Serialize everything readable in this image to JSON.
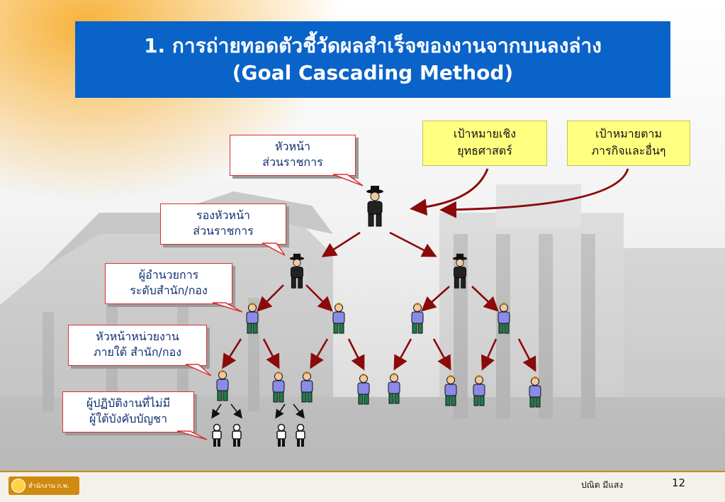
{
  "title": {
    "line1": "1. การถ่ายทอดตัวชี้วัดผลสำเร็จของงานจากบนลงล่าง",
    "line2": "(Goal Cascading Method)"
  },
  "goals": {
    "strategic": [
      "เป้าหมายเชิง",
      "ยุทธศาสตร์"
    ],
    "mission": [
      "เป้าหมายตาม",
      "ภารกิจและอื่นๆ"
    ]
  },
  "levels": [
    {
      "line1": "หัวหน้า",
      "line2": "ส่วนราชการ"
    },
    {
      "line1": "รองหัวหน้า",
      "line2": "ส่วนราชการ"
    },
    {
      "line1": "ผู้อำนวยการ",
      "line2": "ระดับสำนัก/กอง"
    },
    {
      "line1": "หัวหน้าหน่วยงาน",
      "line2": "ภายใต้ สำนัก/กอง"
    },
    {
      "line1": "ผู้ปฏิบัติงานที่ไม่มี",
      "line2": "ผู้ใต้บังคับบัญชา"
    }
  ],
  "footer": {
    "logo_text": "สำนักงาน ก.พ.",
    "author": "ปณิต  มีแสง",
    "page": "12"
  },
  "colors": {
    "title_bg": "#0a63c8",
    "goal_bg": "#ffff80",
    "arrow": "#8b0a0a",
    "label_border": "#d83030",
    "executive": "#222222",
    "staff_shirt": "#8a8ae8",
    "staff_pants": "#1f7a4a",
    "worker": "#111111"
  }
}
